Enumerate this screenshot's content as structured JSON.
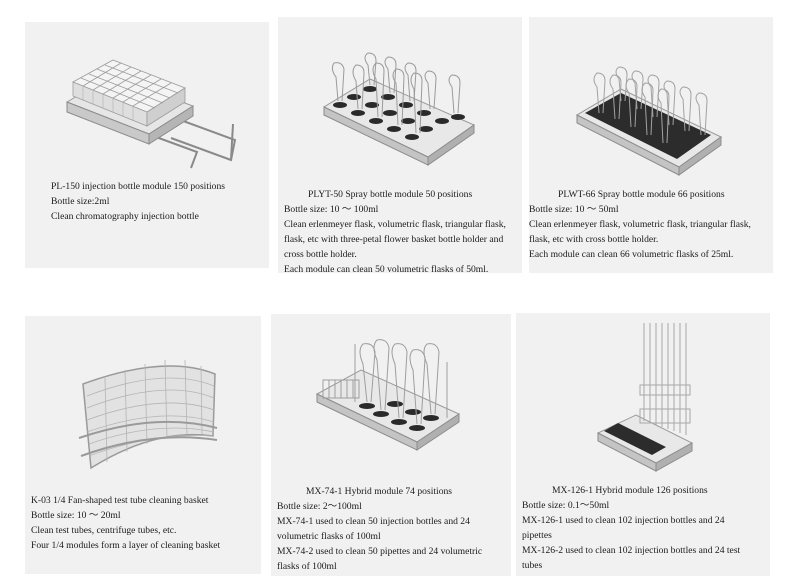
{
  "modules": [
    {
      "name": "PL-150 injection bottle module 150 positions",
      "lines": [
        "Bottle size:2ml",
        "Clean chromatography injection bottle"
      ]
    },
    {
      "name": "PLYT-50 Spray bottle module  50 positions",
      "lines": [
        "Bottle size: 10 ～ 100ml",
        "Clean erlenmeyer flask, volumetric flask, triangular flask,",
        "flask, etc with  three-petal flower basket bottle holder and",
        "cross bottle holder.",
        "Each module can clean 50 volumetric flasks of 50ml."
      ]
    },
    {
      "name": "PLWT-66 Spray bottle module  66 positions",
      "lines": [
        "Bottle size: 10 ～ 50ml",
        "Clean erlenmeyer flask, volumetric flask, triangular flask,",
        "flask, etc with  cross bottle holder.",
        "Each module can clean 66 volumetric flasks of 25ml."
      ]
    },
    {
      "name": "K-03  1/4 Fan-shaped test tube cleaning basket",
      "lines": [
        "Bottle size: 10 ～ 20ml",
        "Clean test tubes, centrifuge tubes, etc.",
        "Four 1/4 modules form a layer of cleaning basket"
      ]
    },
    {
      "name": "MX-74-1 Hybrid module 74 positions",
      "lines": [
        "Bottle size: 2～100ml",
        "MX-74-1 used to clean 50 injection bottles and 24",
        "volumetric flasks of 100ml",
        "MX-74-2 used to clean 50 pipettes and 24 volumetric",
        "flasks of 100ml"
      ]
    },
    {
      "name": "MX-126-1  Hybrid module   126 positions",
      "lines": [
        "Bottle size: 0.1～50ml",
        "MX-126-1 used to clean 102 injection bottles and 24",
        "pipettes",
        "MX-126-2 used to clean 102 injection bottles and 24 test",
        "tubes"
      ]
    }
  ]
}
